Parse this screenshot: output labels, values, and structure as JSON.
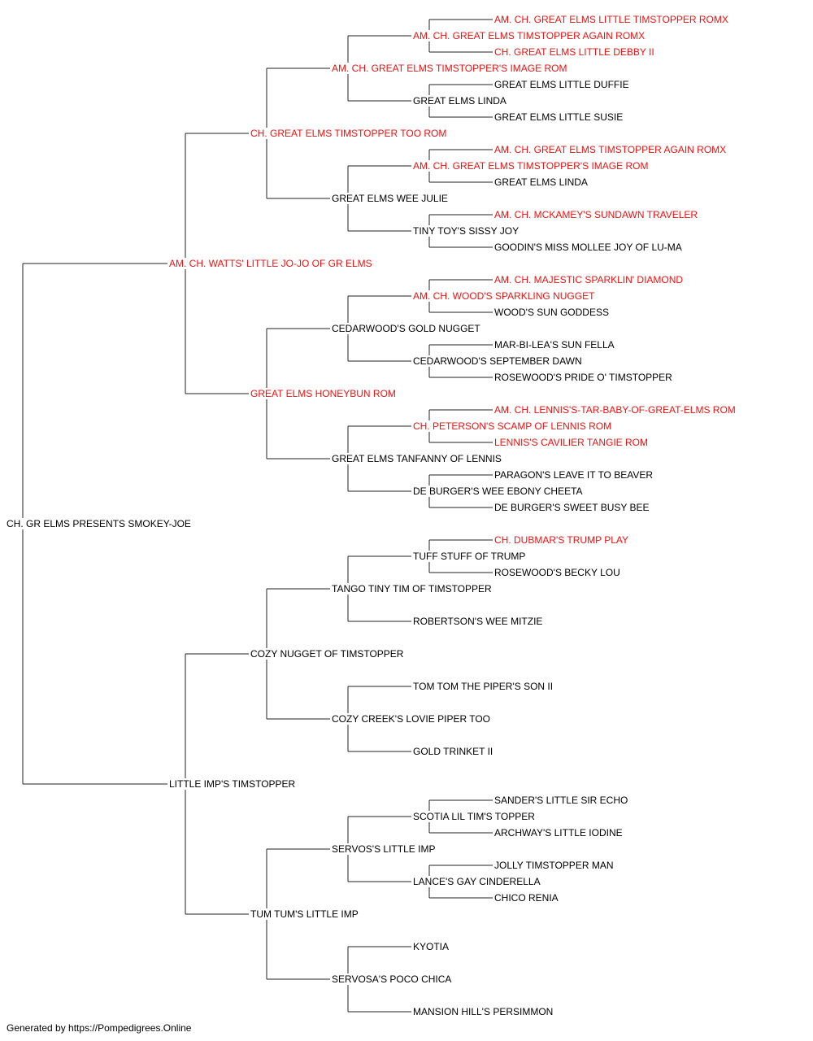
{
  "colors": {
    "champion": "#ee1111",
    "normal": "#000000",
    "lines": "#222222"
  },
  "pedigree": {
    "name": "CH. GR ELMS PRESENTS SMOKEY-JOE",
    "champion": false,
    "sire": {
      "name": "AM. CH. WATTS' LITTLE JO-JO OF GR ELMS",
      "champion": true,
      "sire": {
        "name": "CH. GREAT ELMS TIMSTOPPER TOO ROM",
        "champion": true,
        "sire": {
          "name": "AM. CH. GREAT ELMS TIMSTOPPER'S IMAGE ROM",
          "champion": true,
          "sire": {
            "name": "AM. CH. GREAT ELMS TIMSTOPPER AGAIN ROMX",
            "champion": true,
            "sire": {
              "name": "AM. CH. GREAT ELMS LITTLE TIMSTOPPER ROMX",
              "champion": true
            },
            "dam": {
              "name": "CH. GREAT ELMS LITTLE DEBBY II",
              "champion": true
            }
          },
          "dam": {
            "name": "GREAT ELMS LINDA",
            "champion": false,
            "sire": {
              "name": "GREAT ELMS LITTLE DUFFIE",
              "champion": false
            },
            "dam": {
              "name": "GREAT ELMS LITTLE SUSIE",
              "champion": false
            }
          }
        },
        "dam": {
          "name": "GREAT ELMS WEE JULIE",
          "champion": false,
          "sire": {
            "name": "AM. CH. GREAT ELMS TIMSTOPPER'S IMAGE ROM",
            "champion": true,
            "sire": {
              "name": "AM. CH. GREAT ELMS TIMSTOPPER AGAIN ROMX",
              "champion": true
            },
            "dam": {
              "name": "GREAT ELMS LINDA",
              "champion": false
            }
          },
          "dam": {
            "name": "TINY TOY'S SISSY JOY",
            "champion": false,
            "sire": {
              "name": "AM. CH. MCKAMEY'S SUNDAWN TRAVELER",
              "champion": true
            },
            "dam": {
              "name": "GOODIN'S MISS MOLLEE JOY OF LU-MA",
              "champion": false
            }
          }
        }
      },
      "dam": {
        "name": "GREAT ELMS HONEYBUN ROM",
        "champion": true,
        "sire": {
          "name": "CEDARWOOD'S GOLD NUGGET",
          "champion": false,
          "sire": {
            "name": "AM. CH. WOOD'S SPARKLING NUGGET",
            "champion": true,
            "sire": {
              "name": "AM. CH. MAJESTIC SPARKLIN' DIAMOND",
              "champion": true
            },
            "dam": {
              "name": "WOOD'S SUN GODDESS",
              "champion": false
            }
          },
          "dam": {
            "name": "CEDARWOOD'S SEPTEMBER DAWN",
            "champion": false,
            "sire": {
              "name": "MAR-BI-LEA'S SUN FELLA",
              "champion": false
            },
            "dam": {
              "name": "ROSEWOOD'S PRIDE O' TIMSTOPPER",
              "champion": false
            }
          }
        },
        "dam": {
          "name": "GREAT ELMS TANFANNY OF LENNIS",
          "champion": false,
          "sire": {
            "name": "CH. PETERSON'S SCAMP OF LENNIS ROM",
            "champion": true,
            "sire": {
              "name": "AM. CH. LENNIS'S-TAR-BABY-OF-GREAT-ELMS ROM",
              "champion": true
            },
            "dam": {
              "name": "LENNIS'S CAVILIER TANGIE ROM",
              "champion": true
            }
          },
          "dam": {
            "name": "DE BURGER'S WEE EBONY CHEETA",
            "champion": false,
            "sire": {
              "name": "PARAGON'S LEAVE IT TO BEAVER",
              "champion": false
            },
            "dam": {
              "name": "DE BURGER'S SWEET BUSY BEE",
              "champion": false
            }
          }
        }
      }
    },
    "dam": {
      "name": "LITTLE IMP'S TIMSTOPPER",
      "champion": false,
      "sire": {
        "name": "COZY NUGGET OF TIMSTOPPER",
        "champion": false,
        "sire": {
          "name": "TANGO TINY TIM OF TIMSTOPPER",
          "champion": false,
          "sire": {
            "name": "TUFF STUFF OF TRUMP",
            "champion": false,
            "sire": {
              "name": "CH. DUBMAR'S TRUMP PLAY",
              "champion": true
            },
            "dam": {
              "name": "ROSEWOOD'S BECKY LOU",
              "champion": false
            }
          },
          "dam": {
            "name": "ROBERTSON'S WEE MITZIE",
            "champion": false
          }
        },
        "dam": {
          "name": "COZY CREEK'S LOVIE PIPER TOO",
          "champion": false,
          "sire": {
            "name": "TOM TOM THE PIPER'S SON II",
            "champion": false
          },
          "dam": {
            "name": "GOLD TRINKET II",
            "champion": false
          }
        }
      },
      "dam": {
        "name": "TUM TUM'S LITTLE IMP",
        "champion": false,
        "sire": {
          "name": "SERVOS'S LITTLE IMP",
          "champion": false,
          "sire": {
            "name": "SCOTIA LIL TIM'S TOPPER",
            "champion": false,
            "sire": {
              "name": "SANDER'S LITTLE SIR ECHO",
              "champion": false
            },
            "dam": {
              "name": "ARCHWAY'S LITTLE IODINE",
              "champion": false
            }
          },
          "dam": {
            "name": "LANCE'S GAY CINDERELLA",
            "champion": false,
            "sire": {
              "name": "JOLLY TIMSTOPPER MAN",
              "champion": false
            },
            "dam": {
              "name": "CHICO RENIA",
              "champion": false
            }
          }
        },
        "dam": {
          "name": "SERVOSA'S POCO CHICA",
          "champion": false,
          "sire": {
            "name": "KYOTIA",
            "champion": false
          },
          "dam": {
            "name": "MANSION HILL'S PERSIMMON",
            "champion": false
          }
        }
      }
    }
  },
  "footer": "Generated by https://Pompedigrees.Online"
}
